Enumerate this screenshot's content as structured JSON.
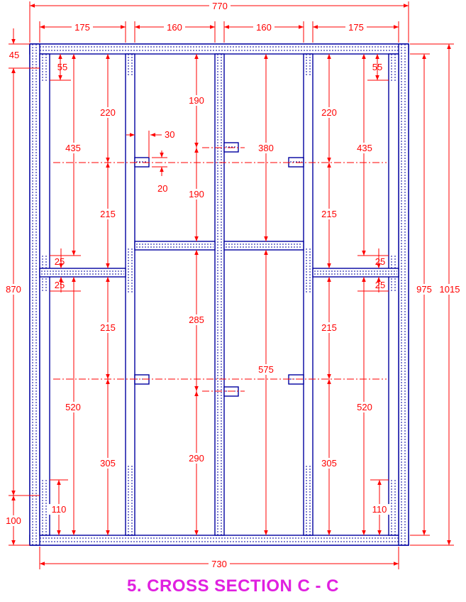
{
  "title": "5. CROSS SECTION C - C",
  "colors": {
    "dimension": "#ff0000",
    "structure": "#0000a0",
    "title": "#e020e0"
  },
  "dimensions": {
    "overall_width": "770",
    "inner_width": "730",
    "top_segments": [
      "175",
      "160",
      "160",
      "175"
    ],
    "top_board": "45",
    "left_height": "870",
    "left_bottom": "100",
    "right_height_inner": "975",
    "right_height_outer": "1015",
    "outer_left": {
      "top_gap": "55",
      "upper_total": "435",
      "lower_total": "520",
      "joint_upper": "25",
      "joint_lower": "25",
      "bottom_gap": "110"
    },
    "outer_right": {
      "top_gap": "55",
      "upper_total": "435",
      "lower_total": "520",
      "joint_upper": "25",
      "joint_lower": "25",
      "bottom_gap": "110"
    },
    "left_column": [
      "220",
      "215",
      "215",
      "305"
    ],
    "right_column": [
      "220",
      "215",
      "215",
      "305"
    ],
    "center_left_column": [
      "190",
      "190",
      "285",
      "290"
    ],
    "center_right_column": [
      "380",
      "575"
    ],
    "hinge_offset": "30",
    "hinge_height": "20"
  }
}
